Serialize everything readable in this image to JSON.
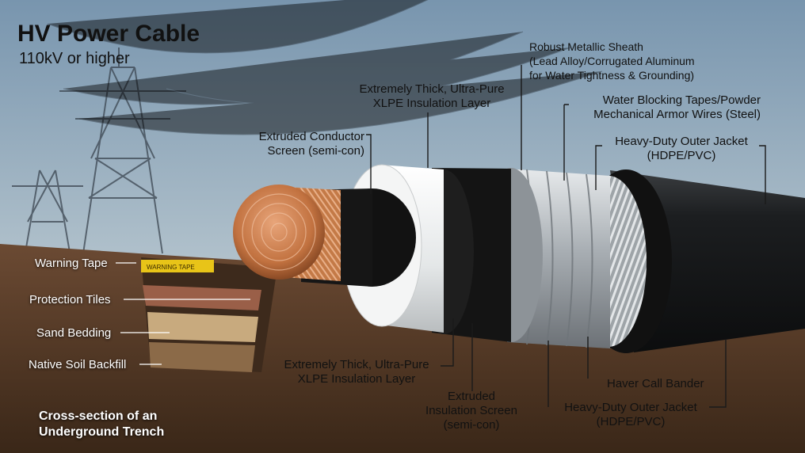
{
  "title": "HV Power Cable",
  "subtitle": "110kV or higher",
  "trench": {
    "caption": [
      "Cross-section of an",
      "Underground Trench"
    ],
    "tape_print": "WARNING TAPE",
    "labels": {
      "warning_tape": "Warning Tape",
      "protection_tiles": "Protection Tiles",
      "sand_bedding": "Sand Bedding",
      "native_soil": "Native Soil Backfill"
    }
  },
  "top_labels": {
    "metallic_sheath": {
      "lines": [
        "Robust Metallic Sheath",
        "(Lead Alloy/Corrugated Aluminum",
        "for Water Tightness & Grounding)"
      ]
    },
    "xlpe_top": {
      "lines": [
        "Extremely Thick, Ultra-Pure",
        "XLPE Insulation Layer"
      ]
    },
    "water_blocking": {
      "lines": [
        "Water Blocking Tapes/Powder",
        "Mechanical Armor Wires (Steel)"
      ]
    },
    "conductor_screen": {
      "lines": [
        "Extruded Conductor",
        "Screen (semi-con)"
      ]
    },
    "outer_jacket_top": {
      "lines": [
        "Heavy-Duty Outer Jacket",
        "(HDPE/PVC)"
      ]
    }
  },
  "bottom_labels": {
    "xlpe_bottom": {
      "lines": [
        "Extremely Thick, Ultra-Pure",
        "XLPE Insulation Layer"
      ]
    },
    "insulation_screen": {
      "lines": [
        "Extruded",
        "Insulation Screen",
        "(semi-con)"
      ]
    },
    "haver_call_bander": {
      "lines": [
        "Haver Call Bander"
      ]
    },
    "outer_jacket_bottom": {
      "lines": [
        "Heavy-Duty Outer Jacket",
        "(HDPE/PVC)"
      ]
    }
  },
  "colors": {
    "sky_top": "#7f9bb3",
    "sky_bottom": "#d9d2c4",
    "soil": "#5a3d2a",
    "copper": "#c97a45",
    "xlpe": "#eef0f0",
    "semi_con": "#151515",
    "aluminum": "#b9bec2",
    "jacket": "#1d1f21",
    "tape_yellow": "#e8c418"
  }
}
